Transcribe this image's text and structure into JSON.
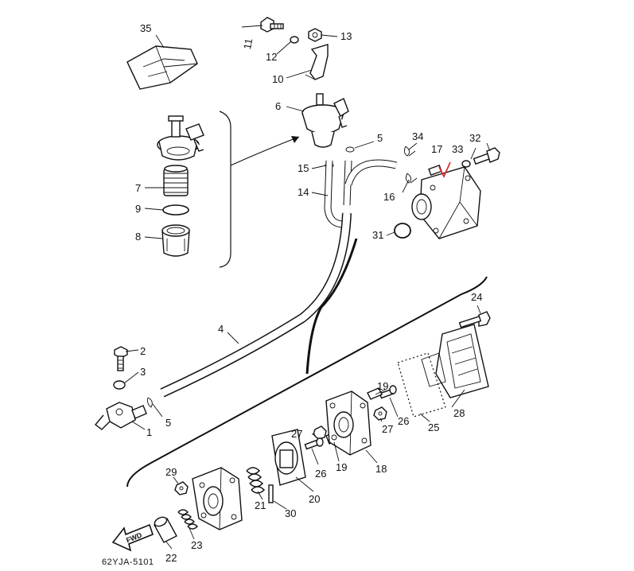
{
  "diagram": {
    "drawing_code": "62YJA-5101",
    "direction_label": "FWD",
    "annotation_color": "#e02020",
    "callouts": [
      {
        "id": "c1",
        "text": "1"
      },
      {
        "id": "c2",
        "text": "2"
      },
      {
        "id": "c3",
        "text": "3"
      },
      {
        "id": "c4",
        "text": "4"
      },
      {
        "id": "c5a",
        "text": "5"
      },
      {
        "id": "c5b",
        "text": "5"
      },
      {
        "id": "c6",
        "text": "6"
      },
      {
        "id": "c7",
        "text": "7"
      },
      {
        "id": "c8",
        "text": "8"
      },
      {
        "id": "c9",
        "text": "9"
      },
      {
        "id": "c10",
        "text": "10"
      },
      {
        "id": "c11",
        "text": "11"
      },
      {
        "id": "c12",
        "text": "12"
      },
      {
        "id": "c13",
        "text": "13"
      },
      {
        "id": "c14",
        "text": "14"
      },
      {
        "id": "c15",
        "text": "15"
      },
      {
        "id": "c16",
        "text": "16"
      },
      {
        "id": "c17",
        "text": "17"
      },
      {
        "id": "c18",
        "text": "18"
      },
      {
        "id": "c19a",
        "text": "19"
      },
      {
        "id": "c19b",
        "text": "19"
      },
      {
        "id": "c20",
        "text": "20"
      },
      {
        "id": "c21",
        "text": "21"
      },
      {
        "id": "c22",
        "text": "22"
      },
      {
        "id": "c23",
        "text": "23"
      },
      {
        "id": "c24",
        "text": "24"
      },
      {
        "id": "c25",
        "text": "25"
      },
      {
        "id": "c26a",
        "text": "26"
      },
      {
        "id": "c26b",
        "text": "26"
      },
      {
        "id": "c27a",
        "text": "27"
      },
      {
        "id": "c27b",
        "text": "27"
      },
      {
        "id": "c28",
        "text": "28"
      },
      {
        "id": "c29",
        "text": "29"
      },
      {
        "id": "c30",
        "text": "30"
      },
      {
        "id": "c31",
        "text": "31"
      },
      {
        "id": "c32",
        "text": "32"
      },
      {
        "id": "c33",
        "text": "33"
      },
      {
        "id": "c34",
        "text": "34"
      },
      {
        "id": "c35",
        "text": "35"
      }
    ]
  }
}
